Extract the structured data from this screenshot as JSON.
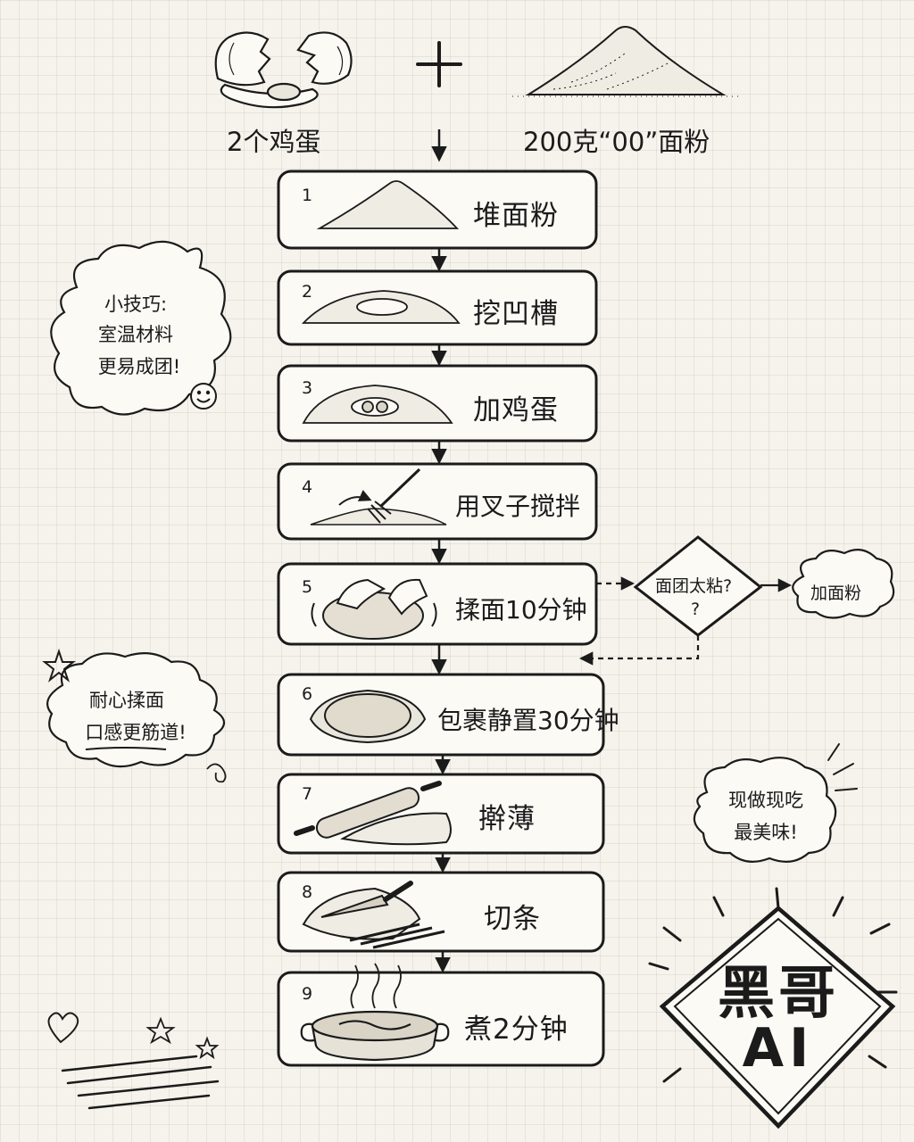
{
  "ingredients": {
    "eggs": "2个鸡蛋",
    "flour": "200克“00”面粉"
  },
  "steps": [
    {
      "num": "1",
      "label": "堆面粉"
    },
    {
      "num": "2",
      "label": "挖凹槽"
    },
    {
      "num": "3",
      "label": "加鸡蛋"
    },
    {
      "num": "4",
      "label": "用叉子搅拌"
    },
    {
      "num": "5",
      "label": "揉面10分钟"
    },
    {
      "num": "6",
      "label": "包裹静置30分钟"
    },
    {
      "num": "7",
      "label": "擀薄"
    },
    {
      "num": "8",
      "label": "切条"
    },
    {
      "num": "9",
      "label": "煮2分钟"
    }
  ],
  "decision": {
    "question_line1": "面团太粘?",
    "question_line2": "?",
    "action": "加面粉"
  },
  "tips": {
    "tip1": [
      "小技巧:",
      "室温材料",
      "更易成团!"
    ],
    "tip2": [
      "耐心揉面",
      "口感更筋道!"
    ],
    "tip3": [
      "现做现吃",
      "最美味!"
    ]
  },
  "logo": {
    "line1": "黑哥",
    "line2": "AI"
  }
}
